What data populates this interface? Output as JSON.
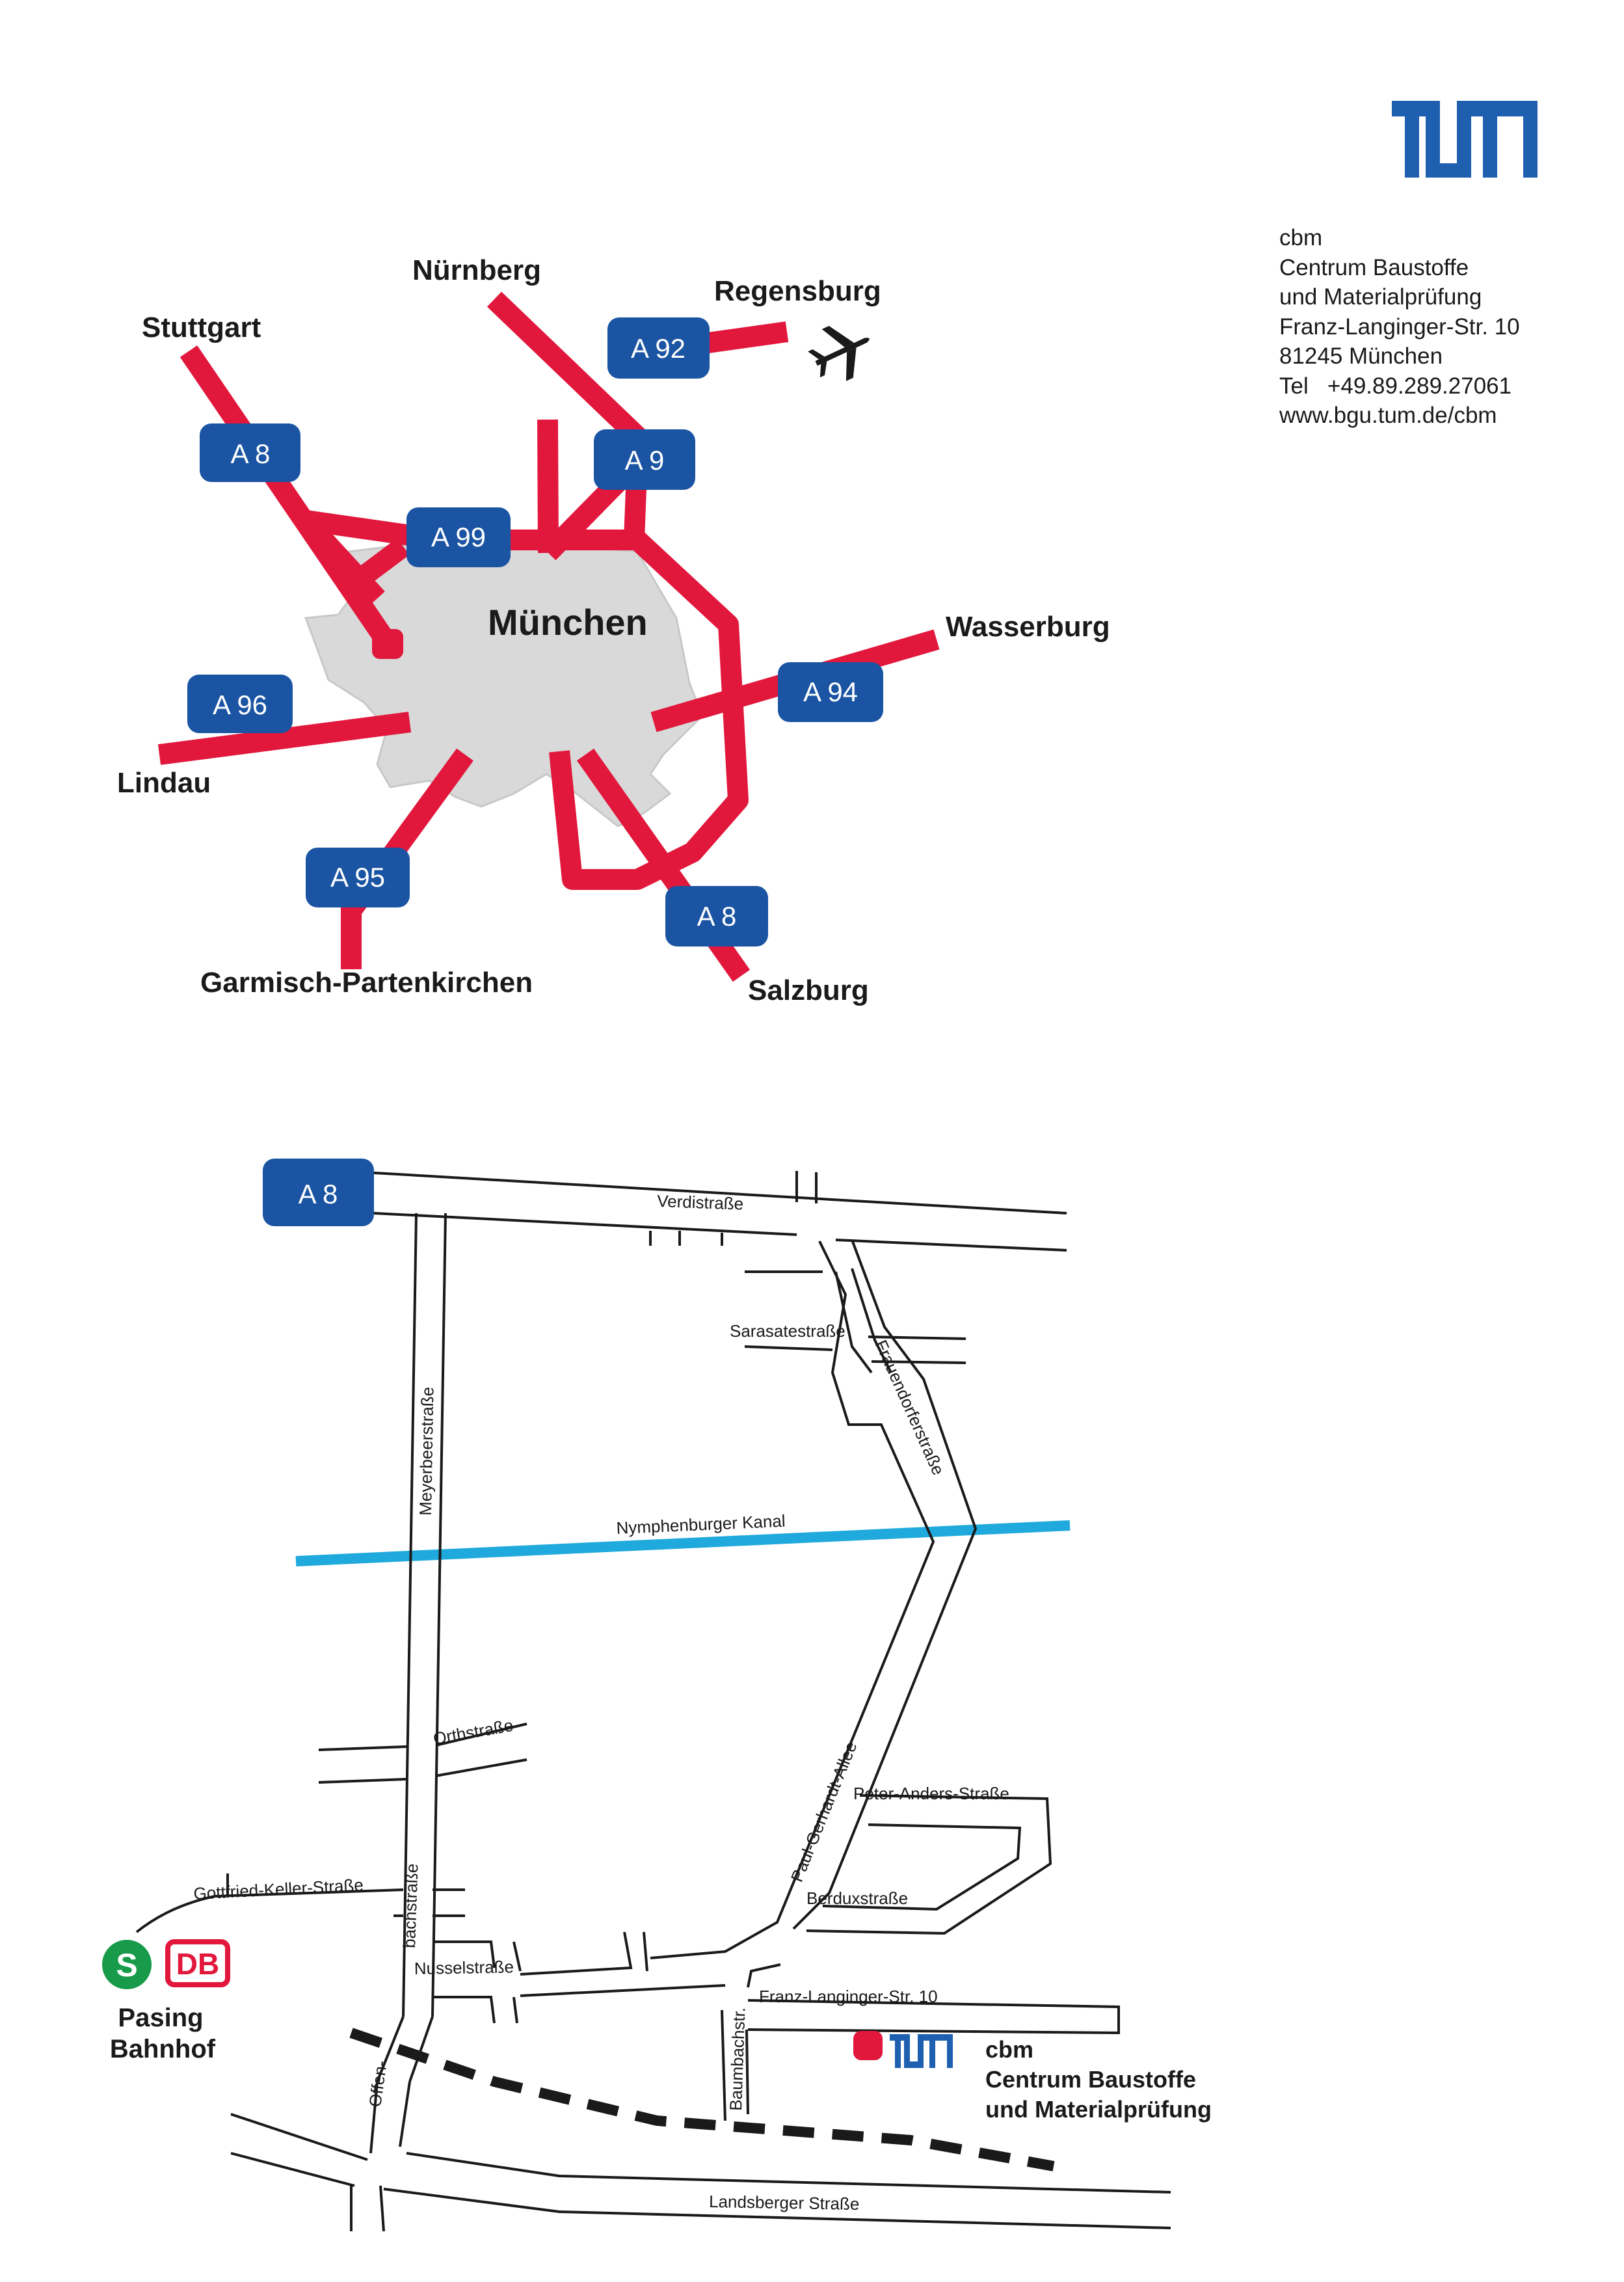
{
  "logo": {
    "text": "TUM",
    "color": "#1f5fb0"
  },
  "address": {
    "lines": [
      "cbm",
      "Centrum Baustoffe",
      "und Materialprüfung",
      "Franz-Langinger-Str. 10",
      "81245 München",
      "Tel   +49.89.289.27061",
      "www.bgu.tum.de/cbm"
    ]
  },
  "overview_map": {
    "city": "München",
    "destinations": {
      "stuttgart": "Stuttgart",
      "nuernberg": "Nürnberg",
      "regensburg": "Regensburg",
      "wasserburg": "Wasserburg",
      "lindau": "Lindau",
      "garmisch": "Garmisch-Partenkirchen",
      "salzburg": "Salzburg"
    },
    "highways": {
      "a8_nw": "A 8",
      "a92": "A 92",
      "a9": "A 9",
      "a99": "A 99",
      "a96": "A 96",
      "a94": "A 94",
      "a95": "A 95",
      "a8_se": "A 8"
    },
    "airport_icon": "airplane-icon",
    "colors": {
      "highway": "#e2173c",
      "city_area": "#d9d9d9",
      "shield": "#1a54a3"
    }
  },
  "street_map": {
    "highway": "A 8",
    "streets": {
      "verdi": "Verdistraße",
      "sarasate": "Sarasatestraße",
      "frauendorfer": "Frauendorferstraße",
      "meyerbeer": "Meyerbeerstraße",
      "kanal": "Nymphenburger Kanal",
      "orth": "Orthstraße",
      "paul_gerhardt": "Paul-Gerhardt-Allee",
      "peter_anders": "Peter-Anders-Straße",
      "gottfried_keller": "Gottfried-Keller-Straße",
      "bach": "bachstraße",
      "berdux": "Berduxstraße",
      "nussel": "Nusselstraße",
      "franz_langinger": "Franz-Langinger-Str. 10",
      "offen": "Offen-",
      "baumbach": "Baumbachstr.",
      "landsberger": "Landsberger Straße"
    },
    "station": {
      "s_badge": "S",
      "db_badge": "DB",
      "line1": "Pasing",
      "line2": "Bahnhof"
    },
    "destination": {
      "line1": "cbm",
      "line2": "Centrum Baustoffe",
      "line3": "und Materialprüfung"
    },
    "colors": {
      "canal": "#1fa9dd",
      "s_bahn": "#179a4a",
      "db": "#e2173c",
      "marker": "#e2173c"
    }
  }
}
